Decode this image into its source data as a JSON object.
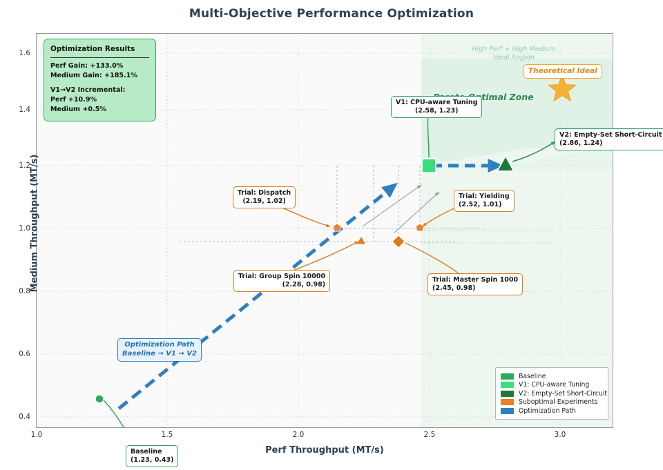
{
  "chart_data": {
    "type": "scatter",
    "title": "Multi-Objective Performance Optimization",
    "xlabel": "Perf Throughput (MT/s)",
    "ylabel": "Medium Throughput (MT/s)",
    "xlim": [
      1.0,
      3.2
    ],
    "ylim": [
      0.33,
      1.7
    ],
    "xticks": [
      "1.0",
      "1.5",
      "2.0",
      "2.5",
      "3.0"
    ],
    "xtick_values": [
      1.0,
      1.5,
      2.0,
      2.5,
      3.0
    ],
    "yticks": [
      "0.4",
      "0.6",
      "0.8",
      "1.0",
      "1.2",
      "1.4",
      "1.6"
    ],
    "ytick_values": [
      0.4,
      0.6,
      0.8,
      1.0,
      1.2,
      1.4,
      1.6
    ],
    "grid": true,
    "legend_position": "lower right",
    "points": [
      {
        "name": "Baseline",
        "x": 1.23,
        "y": 0.43,
        "marker": "circle",
        "color": "#2eaa5e",
        "series": "Baseline"
      },
      {
        "name": "V1: CPU-aware Tuning",
        "x": 2.58,
        "y": 1.23,
        "marker": "square",
        "color": "#3ddc7f",
        "series": "V1: CPU-aware Tuning"
      },
      {
        "name": "V2: Empty-Set Short-Circuit",
        "x": 2.86,
        "y": 1.24,
        "marker": "triangle",
        "color": "#1e7a3c",
        "series": "V2: Empty-Set Short-Circuit"
      },
      {
        "name": "Trial: Dispatch",
        "x": 2.19,
        "y": 1.02,
        "marker": "pentagon",
        "color": "#f08030",
        "series": "Suboptimal Experiments"
      },
      {
        "name": "Trial: Yielding",
        "x": 2.52,
        "y": 1.01,
        "marker": "pentagon",
        "color": "#f08030",
        "series": "Suboptimal Experiments"
      },
      {
        "name": "Trial: Group Spin 10000",
        "x": 2.28,
        "y": 0.98,
        "marker": "triangle-up",
        "color": "#e07b20",
        "series": "Suboptimal Experiments"
      },
      {
        "name": "Trial: Master Spin 1000",
        "x": 2.45,
        "y": 0.98,
        "marker": "diamond",
        "color": "#e8741a",
        "series": "Suboptimal Experiments"
      },
      {
        "name": "Theoretical Ideal",
        "x": 3.09,
        "y": 1.47,
        "marker": "star",
        "color": "#f5b335",
        "series": "Theoretical Ideal"
      }
    ],
    "series": [
      {
        "name": "Baseline",
        "color": "#2eaa5e"
      },
      {
        "name": "V1: CPU-aware Tuning",
        "color": "#3ddc7f"
      },
      {
        "name": "V2: Empty-Set Short-Circuit",
        "color": "#1e7a3c"
      },
      {
        "name": "Suboptimal Experiments",
        "color": "#ea8029"
      },
      {
        "name": "Optimization Path",
        "color": "#2f7fc1"
      }
    ],
    "annotations": [
      {
        "label": "Baseline\n(1.23, 0.43)",
        "style": "green"
      },
      {
        "label": "V1: CPU-aware Tuning\n(2.58, 1.23)",
        "style": "green"
      },
      {
        "label": "V2: Empty-Set Short-Circuit\n(2.86, 1.24)",
        "style": "green"
      },
      {
        "label": "Trial: Dispatch\n(2.19, 1.02)",
        "style": "orange"
      },
      {
        "label": "Trial: Yielding\n(2.52, 1.01)",
        "style": "orange"
      },
      {
        "label": "Trial: Group Spin 10000\n(2.28, 0.98)",
        "style": "orange"
      },
      {
        "label": "Trial: Master Spin 1000\n(2.45, 0.98)",
        "style": "orange"
      },
      {
        "label": "Theoretical Ideal",
        "style": "ideal"
      },
      {
        "label": "Optimization Path\nBaseline → V1 → V2",
        "style": "blue"
      },
      {
        "label": "Pareto Optimal Zone",
        "style": "zone"
      },
      {
        "label": "High Perf + High Medium\nIdeal Region",
        "style": "region"
      }
    ]
  },
  "title": "Multi-Objective Performance Optimization",
  "axes": {
    "xlabel": "Perf Throughput (MT/s)",
    "ylabel": "Medium Throughput (MT/s)",
    "xticks": [
      "1.0",
      "1.5",
      "2.0",
      "2.5",
      "3.0"
    ],
    "yticks": [
      "1.6",
      "1.4",
      "1.2",
      "1.0",
      "0.8",
      "0.6",
      "0.4"
    ]
  },
  "stats_box": {
    "title": "Optimization Results",
    "line1": "Perf Gain: +133.0%",
    "line2": "Medium Gain: +185.1%",
    "line3": "V1→V2 Incremental:",
    "line4": "Perf +10.9%",
    "line5": "Medium +0.5%"
  },
  "annotations": {
    "baseline": "Baseline\n(1.23, 0.43)",
    "v1": "V1: CPU-aware Tuning\n(2.58, 1.23)",
    "v2": "V2: Empty-Set Short-Circuit\n(2.86, 1.24)",
    "dispatch": "Trial: Dispatch\n(2.19, 1.02)",
    "yielding": "Trial: Yielding\n(2.52, 1.01)",
    "group_spin": "Trial: Group Spin 10000\n(2.28, 0.98)",
    "master_spin": "Trial: Master Spin 1000\n(2.45, 0.98)",
    "theoretical_ideal": "Theoretical Ideal",
    "optimization_path": "Optimization Path\nBaseline → V1 → V2",
    "pareto_zone": "Pareto Optimal Zone",
    "ideal_region": "High Perf + High Medium\nIdeal Region"
  },
  "legend": {
    "items": [
      {
        "label": "Baseline",
        "color": "#2eaa5e"
      },
      {
        "label": "V1: CPU-aware Tuning",
        "color": "#3ddc7f"
      },
      {
        "label": "V2: Empty-Set Short-Circuit",
        "color": "#1e7a3c"
      },
      {
        "label": "Suboptimal Experiments",
        "color": "#ea8029"
      },
      {
        "label": "Optimization Path",
        "color": "#2f7fc1"
      }
    ]
  },
  "colors": {
    "baseline": "#2eaa5e",
    "v1": "#3ddc7f",
    "v2": "#1e7a3c",
    "suboptimal": "#ea8029",
    "path": "#2f7fc1",
    "ideal_star": "#f5b335",
    "title": "#2e4057"
  }
}
